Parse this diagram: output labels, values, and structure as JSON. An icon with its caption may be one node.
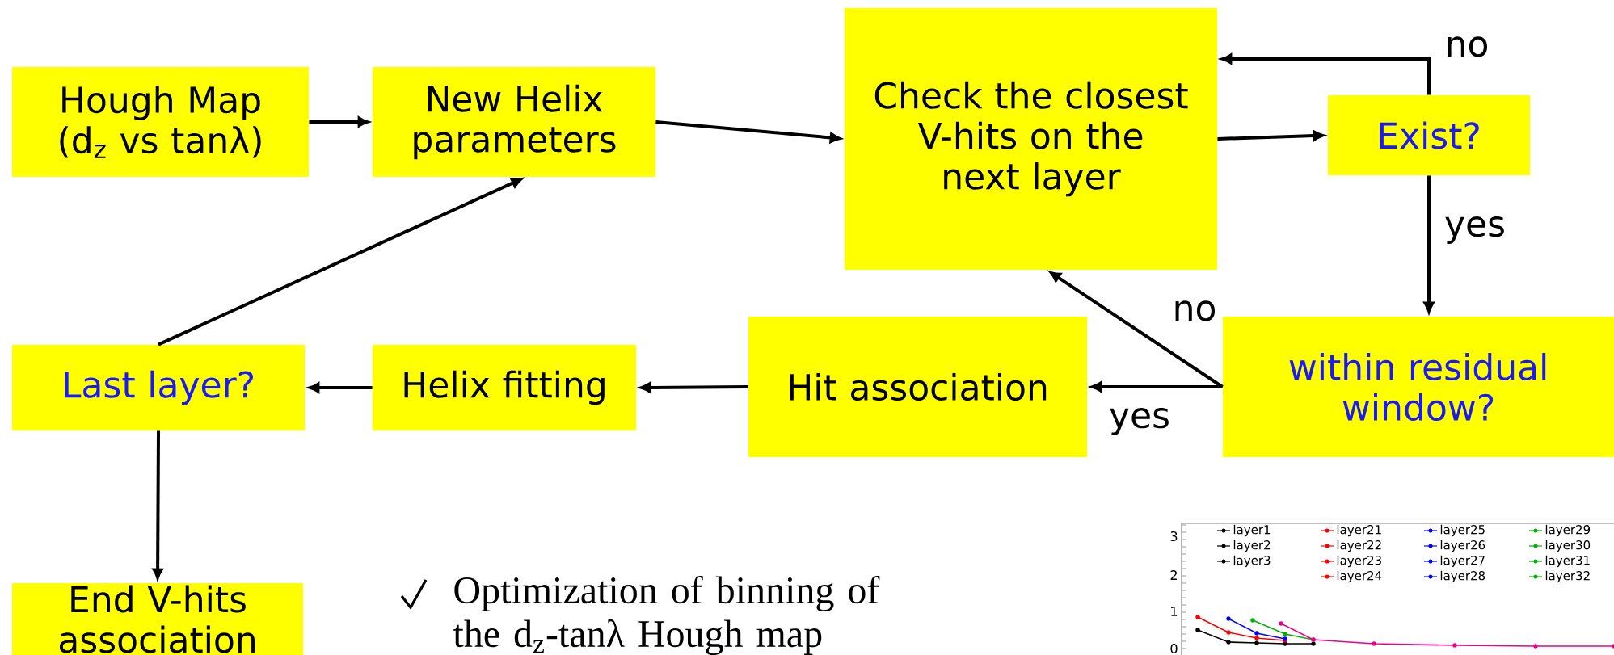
{
  "diagram": {
    "nodes": [
      {
        "text": [
          "Hough Map (d$_{z}$ vs tanλ)"
        ]
      },
      {
        "text": [
          "New Helix parameters"
        ]
      },
      {
        "text": [
          "Check the closest V-hits on the next layer"
        ]
      },
      {
        "text": [
          "Exist?"
        ]
      },
      {
        "text": [
          "within residual window?"
        ]
      },
      {
        "text": [
          "Hit association"
        ]
      },
      {
        "text": [
          "Helix fitting"
        ]
      },
      {
        "text": [
          "Last layer?"
        ]
      },
      {
        "text": [
          "End V-hits association"
        ]
      }
    ],
    "edges": [
      {
        "from": 0,
        "to": 1,
        "arrow": "to"
      },
      {
        "from": 1,
        "to": 2,
        "arrow": "to"
      },
      {
        "from": 2,
        "to": 3,
        "arrow": "to"
      },
      {
        "from": 3,
        "to": 2,
        "arrow": "to",
        "label": "no"
      },
      {
        "from": 3,
        "to": 4,
        "arrow": "to",
        "label": "yes"
      },
      {
        "from": 4,
        "to": 2,
        "arrow": "to",
        "label": "no"
      },
      {
        "from": 4,
        "to": 5,
        "arrow": "to",
        "label": "yes"
      },
      {
        "from": 5,
        "to": 6,
        "arrow": "to"
      },
      {
        "from": 6,
        "to": 7,
        "arrow": "to"
      },
      {
        "from": 7,
        "to": 1,
        "arrow": "to"
      },
      {
        "from": 7,
        "to": 8,
        "arrow": "to"
      }
    ],
    "labels": [
      "Optimization of binning of the d$_{z}$-tanλ Hough map",
      "3",
      "2",
      "1",
      "0"
    ],
    "legend": [
      {
        "text": "layer1"
      },
      {
        "text": "layer2"
      },
      {
        "text": "layer3"
      },
      {
        "text": "layer21"
      },
      {
        "text": "layer22"
      },
      {
        "text": "layer23"
      },
      {
        "text": "layer24"
      },
      {
        "text": "layer25"
      },
      {
        "text": "layer26"
      },
      {
        "text": "layer27"
      },
      {
        "text": "layer28"
      },
      {
        "text": "layer29"
      },
      {
        "text": "layer30"
      },
      {
        "text": "layer31"
      },
      {
        "text": "layer32"
      }
    ]
  }
}
